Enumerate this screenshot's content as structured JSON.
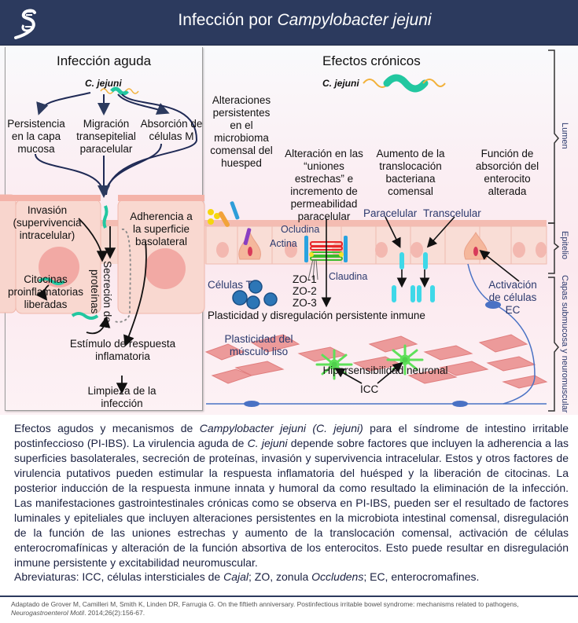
{
  "header": {
    "title_prefix": "Infección por ",
    "title_italic": "Campylobacter jejuni",
    "logo_icon": "dna-helix-logo"
  },
  "acute": {
    "title": "Infección aguda",
    "organism": "C. jejuni",
    "routes": [
      "Persistencia en la capa mucosa",
      "Migración transepitelial paracelular",
      "Absorción de células M"
    ],
    "invasion": "Invasión (supervivencia intracelular)",
    "cytokines": "Citocinas proinflamatorias liberadas",
    "secretion": "Secreción de proteínas",
    "adherence": "Adherencia a la superficie basolateral",
    "stimulus": "Estímulo de respuesta inflamatoria",
    "clearance": "Limpieza de la infección"
  },
  "chronic": {
    "title": "Efectos crónicos",
    "organism": "C. jejuni",
    "microbiome": "Alteraciones persistentes en el microbioma comensal del huesped",
    "tight_junctions": "Alteración en las “uniones estrechas” e incremento de permeabilidad paracelular",
    "translocation": "Aumento de la translocación bacteriana comensal",
    "absorption": "Función de absorción del enterocito alterada",
    "paracellular": "Paracelular",
    "transcellular": "Transcelular",
    "occludin": "Ocludina",
    "actin": "Actina",
    "claudin": "Claudina",
    "zo": [
      "ZO-1",
      "ZO-2",
      "ZO-3"
    ],
    "t_cells": "Células T",
    "ec_activation": "Activación de células EC",
    "immune": "Plasticidad y disregulación persistente inmune",
    "smooth_muscle": "Plasticidad del músculo liso",
    "icc": "ICC",
    "neuronal": "Hipersensibilidad neuronal"
  },
  "layers": {
    "lumen": "Lumen",
    "epithelium": "Epitelio",
    "submucosa": "Capas submucosa y neuromuscular"
  },
  "caption": {
    "p1_a": "Efectos agudos y mecanismos de ",
    "p1_b": "Campylobacter jejuni (C. jejuni)",
    "p1_c": " para el síndrome de intestino irritable postinfeccioso (PI-IBS). La virulencia aguda de ",
    "p1_d": "C. jejuni",
    "p1_e": " depende sobre factores que incluyen la adherencia a las superficies basolaterales, secreción de proteínas, invasión y supervivencia intracelular. Estos y otros factores de virulencia putativos pueden estimular la respuesta inflamatoria del huésped y la liberación de citocinas. La posterior inducción de la respuesta inmune innata y humoral da como resultado la eliminación de la infección. Las manifestaciones gastrointestinales crónicas como se observa en PI-IBS, pueden ser el resultado de factores luminales y epiteliales que incluyen alteraciones persistentes en la microbiota intestinal comensal, disregulación de la función de las uniones estrechas y aumento de la translocación comensal, activación de células enterocromafínicas y alteración de la función absortiva de los enterocitos. Esto puede resultar en disregulación inmune persistente y excitabilidad neuromuscular."
  },
  "abbreviations": {
    "a": "Abreviaturas: ICC, células intersticiales de ",
    "b": "Cajal",
    "c": "; ZO, zonula ",
    "d": "Occludens",
    "e": "; EC, enterocromafines."
  },
  "source": {
    "a": "Adaptado de Grover M, Camilleri M, Smith K, Linden DR, Farrugia G. On the fiftieth anniversary. Postinfectious irritable bowel syndrome: mechanisms related to pathogens, ",
    "b": "Neurogastroenterol Motil",
    "c": ". 2014;26(2):156-67."
  },
  "colors": {
    "header_bg": "#2c3a5e",
    "bacterium_body": "#22c7a0",
    "flagella": "#f2b13a",
    "epithelium": "#f7d3cc",
    "smooth_muscle": "#ec8f8f",
    "icc": "#5fe05a",
    "t_cell": "#2d76b6",
    "nerve": "#4a72c4"
  }
}
